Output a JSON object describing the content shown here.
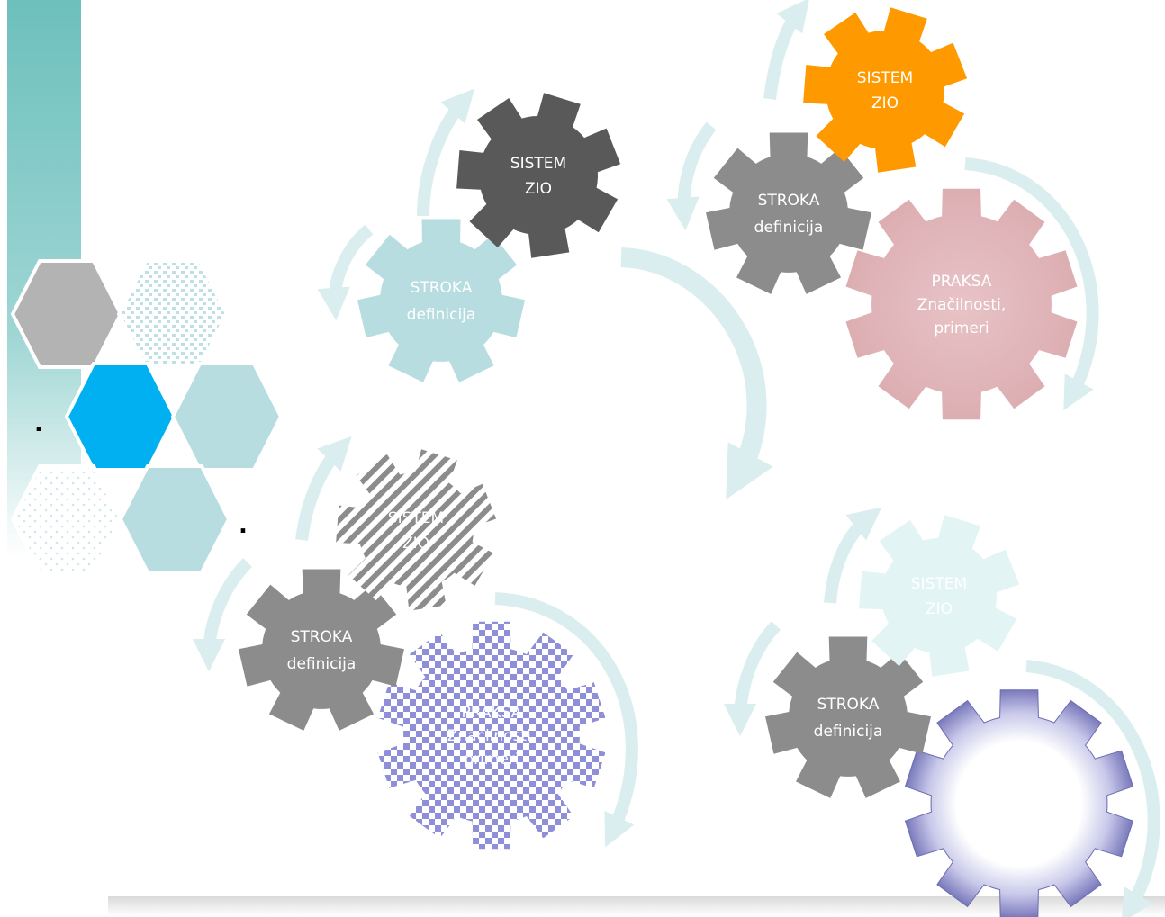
{
  "slide": {
    "bullets": [
      ".",
      "."
    ]
  },
  "clusters": [
    {
      "sistem": [
        "SISTEM",
        "ZIO"
      ],
      "stroka": [
        "STROKA",
        "definicija"
      ]
    },
    {
      "sistem": [
        "SISTEM",
        "ZIO"
      ],
      "stroka": [
        "STROKA",
        "definicija"
      ],
      "praksa": [
        "PRAKSA",
        "Značilnosti,",
        "primeri"
      ]
    },
    {
      "sistem": [
        "SISTEM",
        "ZIO"
      ],
      "stroka": [
        "STROKA",
        "definicija"
      ],
      "praksa": [
        "PRAKSA",
        "Značilnosti,",
        "primeri"
      ]
    },
    {
      "sistem": [
        "SISTEM",
        "ZIO"
      ],
      "stroka": [
        "STROKA",
        "definicija"
      ]
    }
  ],
  "colors": {
    "teal_bar": "#7cc6c2",
    "sistem_dark": "#595959",
    "sistem_orange": "#ff9900",
    "stroka_gray": "#8c8c8c",
    "stroka_light": "#b7dde0",
    "praksa_pink": "#e3b9bd",
    "arrow": "#daeef0",
    "hex_blue": "#00b0f0",
    "hex_gray": "#b3b3b3",
    "hex_teal": "#b7dde0"
  }
}
